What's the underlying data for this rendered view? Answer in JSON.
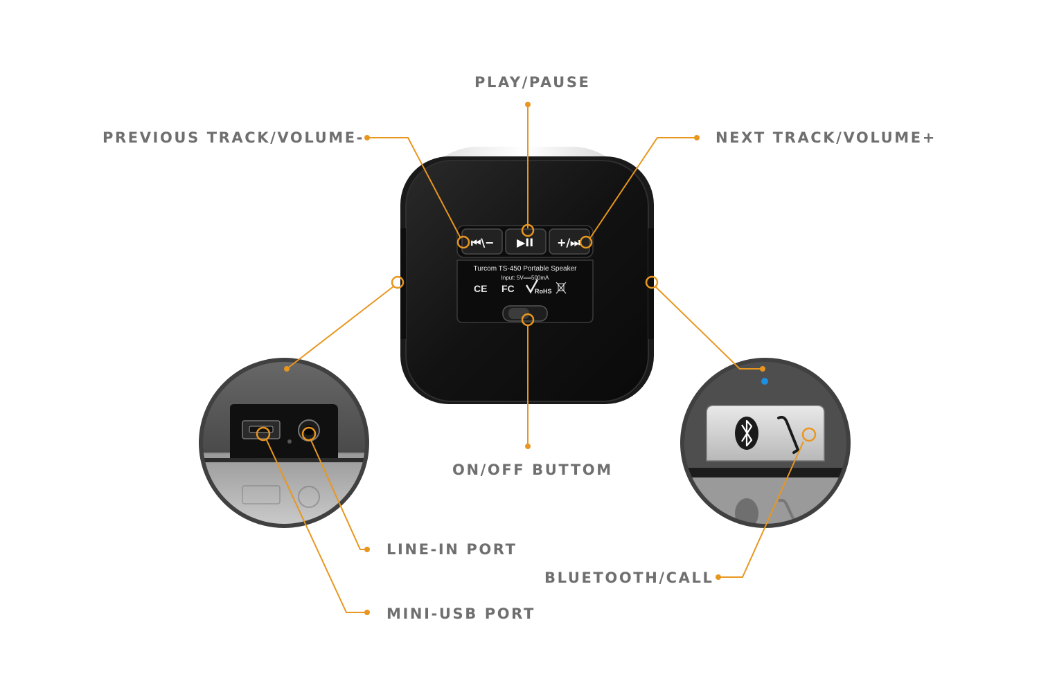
{
  "labels": {
    "play_pause": "PLAY/PAUSE",
    "previous_track": "PREVIOUS TRACK/VOLUME-",
    "next_track": "NEXT TRACK/VOLUME+",
    "on_off": "ON/OFF BUTTOM",
    "line_in": "LINE-IN PORT",
    "mini_usb": "MINI-USB PORT",
    "bluetooth_call": "BLUETOOTH/CALL"
  },
  "device": {
    "model_text": "Turcom TS-450 Portable Speaker",
    "input_text": "Input: 5V══500mA",
    "cert_ce": "CE",
    "cert_fc": "FC",
    "cert_rohs": "RoHS",
    "buttons": {
      "prev_glyph": "⏮\\−",
      "play_glyph": "▶II",
      "next_glyph": "+/⏭"
    }
  },
  "colors": {
    "accent": "#e8961f",
    "label_text": "#6f6f6f",
    "device_body": "#151515",
    "led": "#1e8fe0"
  },
  "icons": [
    "bluetooth-icon",
    "phone-icon",
    "recycle-bin-icon",
    "rohs-check-icon"
  ]
}
